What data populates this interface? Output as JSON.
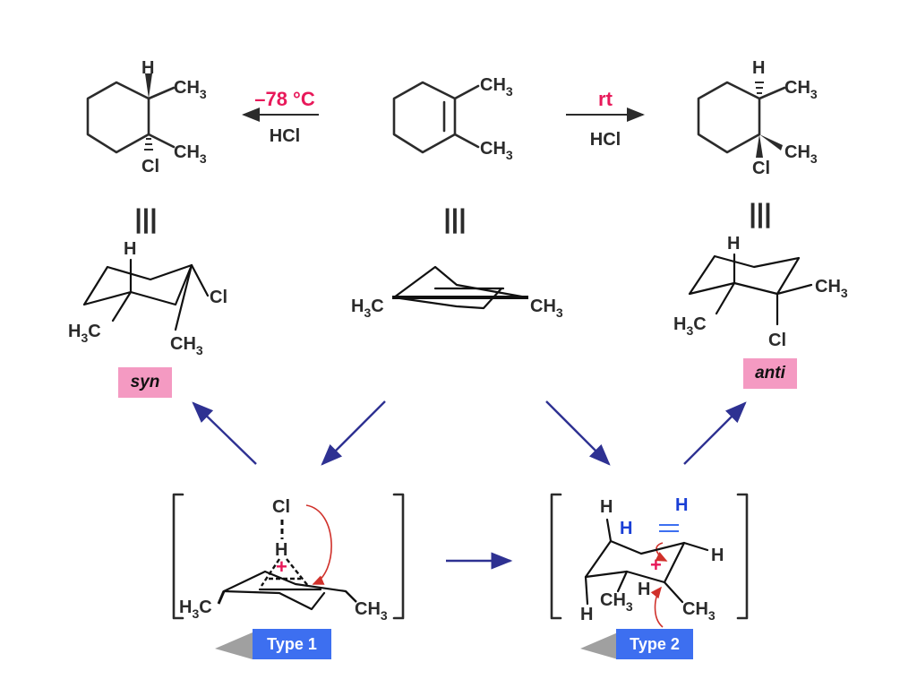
{
  "reaction": {
    "left_condition_temp": "–78 °C",
    "left_condition_reagent": "HCl",
    "right_condition_temp": "rt",
    "right_condition_reagent": "HCl"
  },
  "labels": {
    "H": "H",
    "CH": "CH",
    "H3": "3",
    "Cl": "Cl",
    "identity": "|||"
  },
  "tags": {
    "syn": "syn",
    "anti": "anti",
    "type1": "Type 1",
    "type2": "Type 2"
  },
  "colors": {
    "accent_red": "#e8195a",
    "arrow_navy": "#2e3192",
    "tag_pink": "#f49ac2",
    "tag_blue": "#3d6ff0",
    "highlight_blue": "#1a3fd6",
    "curved_arrow": "#d0302a"
  }
}
